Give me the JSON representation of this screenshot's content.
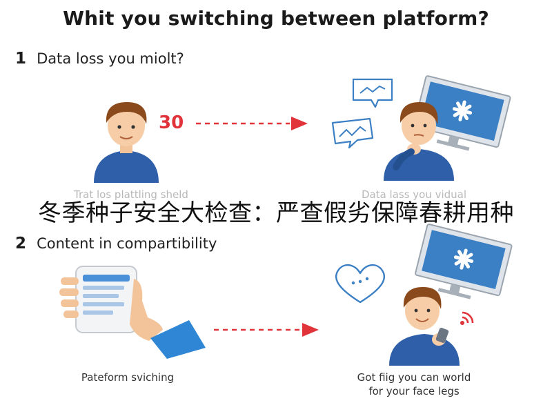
{
  "title": "Whit you switching between platform?",
  "section1": {
    "number": "1",
    "heading": "Data loss you miolt?",
    "left_caption": "Trat los plattling sheld",
    "right_caption": "Data lass you vidual",
    "stat": "30"
  },
  "overlay_text": "冬季种子安全大检查：严查假劣保障春耕用种",
  "section2": {
    "number": "2",
    "heading": "Content in compartibility",
    "left_caption": "Pateform svi​ching",
    "right_caption_line1": "Got fiig you can world",
    "right_caption_line2": "for your face legs"
  },
  "colors": {
    "accent_red": "#e0333a",
    "shirt_blue": "#2e5fa8",
    "monitor_blue": "#3b7fc4",
    "hair_brown": "#8a4a1c"
  }
}
